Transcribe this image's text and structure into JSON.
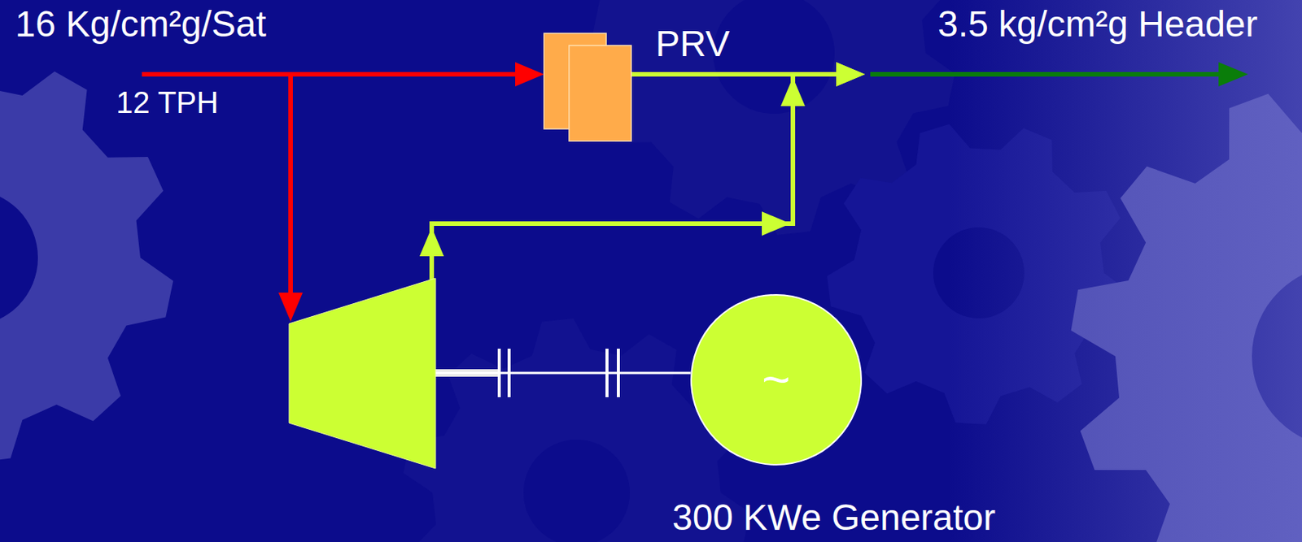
{
  "diagram": {
    "nodes": [
      {
        "text": [
          "16 Kg/cm²g/Sat",
          "12 TPH"
        ]
      },
      {
        "text": [
          "PRV"
        ]
      },
      {
        "text": [
          "3.5 kg/cm²g Header"
        ]
      },
      {
        "text": []
      },
      {
        "text": [
          "~",
          "300 KWe Generator"
        ]
      }
    ],
    "edges": [
      {
        "from": 0,
        "to": 1,
        "arrow": "to"
      },
      {
        "from": 0,
        "to": 3,
        "arrow": "to"
      },
      {
        "from": 1,
        "to": 2,
        "arrow": "to"
      },
      {
        "from": 3,
        "to": 2,
        "arrow": "to"
      },
      {
        "from": 3,
        "to": 4,
        "arrow": "none"
      }
    ]
  }
}
